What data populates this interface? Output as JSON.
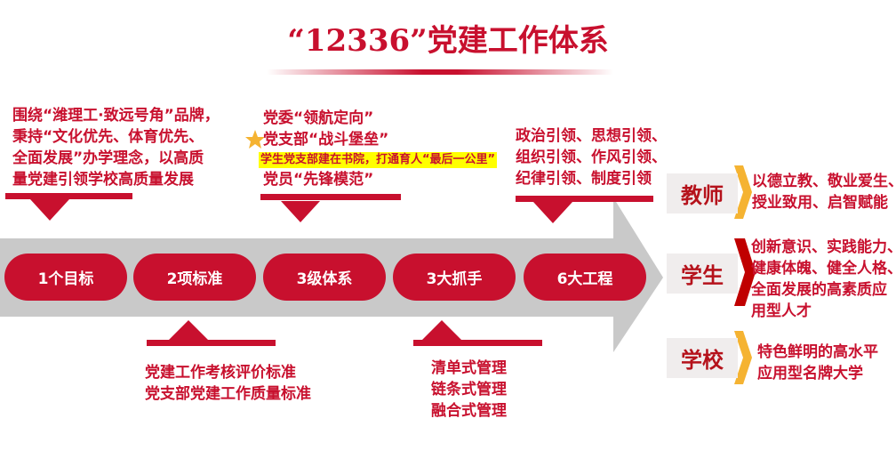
{
  "title": "“12336”党建工作体系",
  "pills": [
    "1个目标",
    "2项标准",
    "3级体系",
    "3大抓手",
    "6大工程"
  ],
  "top_blocks": {
    "goal": [
      "围绕“潍理工·致远号角”品牌，",
      "秉持“文化优先、体育优先、",
      "全面发展”办学理念，以高质",
      "量党建引领学校高质量发展"
    ],
    "levels": [
      "党委“领航定向”",
      "党支部“战斗堡垒”",
      "学生党支部建在书院，打通育人“最后一公里”",
      "党员“先锋模范”"
    ],
    "projects": [
      "政治引领、思想引领、",
      "组织引领、作风引领、",
      "纪律引领、制度引领"
    ]
  },
  "bottom_blocks": {
    "standards": [
      "党建工作考核评价标准",
      "党支部党建工作质量标准"
    ],
    "measures": [
      "清单式管理",
      "链条式管理",
      "融合式管理"
    ]
  },
  "outcomes": [
    {
      "label": "教师",
      "lines": [
        "以德立教、敬业爱生、",
        "授业致用、启智赋能"
      ]
    },
    {
      "label": "学生",
      "lines": [
        "创新意识、实践能力、",
        "健康体魄、健全人格、",
        "全面发展的高素质应",
        "用型人才"
      ]
    },
    {
      "label": "学校",
      "lines": [
        "特色鲜明的高水平",
        "应用型名牌大学"
      ]
    }
  ],
  "colors": {
    "red": "#c8102e",
    "gray": "#c9c9c9",
    "yellow": "#ffff00",
    "gold": "#f5b332"
  }
}
